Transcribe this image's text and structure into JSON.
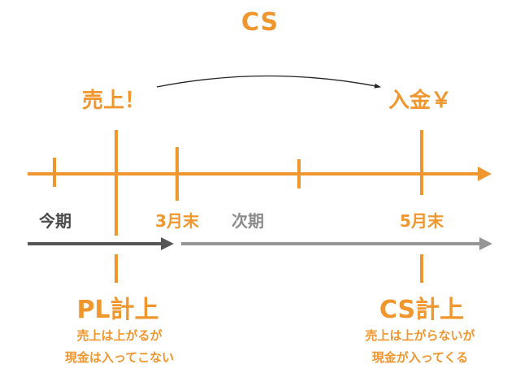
{
  "title": "CS",
  "events": {
    "sale": "売上！",
    "payment": "入金￥"
  },
  "timeline_labels": {
    "current_period": "今期",
    "march_end": "3月末",
    "next_period": "次期",
    "may_end": "5月末"
  },
  "recognition": {
    "pl": {
      "heading": "PL計上",
      "line1": "売上は上がるが",
      "line2": "現金は入ってこない"
    },
    "cs": {
      "heading": "CS計上",
      "line1": "売上は上がらないが",
      "line2": "現金が入ってくる"
    }
  },
  "colors": {
    "accent": "#f0962e",
    "current_period": "#555555",
    "next_period": "#969696",
    "curve": "#222222"
  }
}
